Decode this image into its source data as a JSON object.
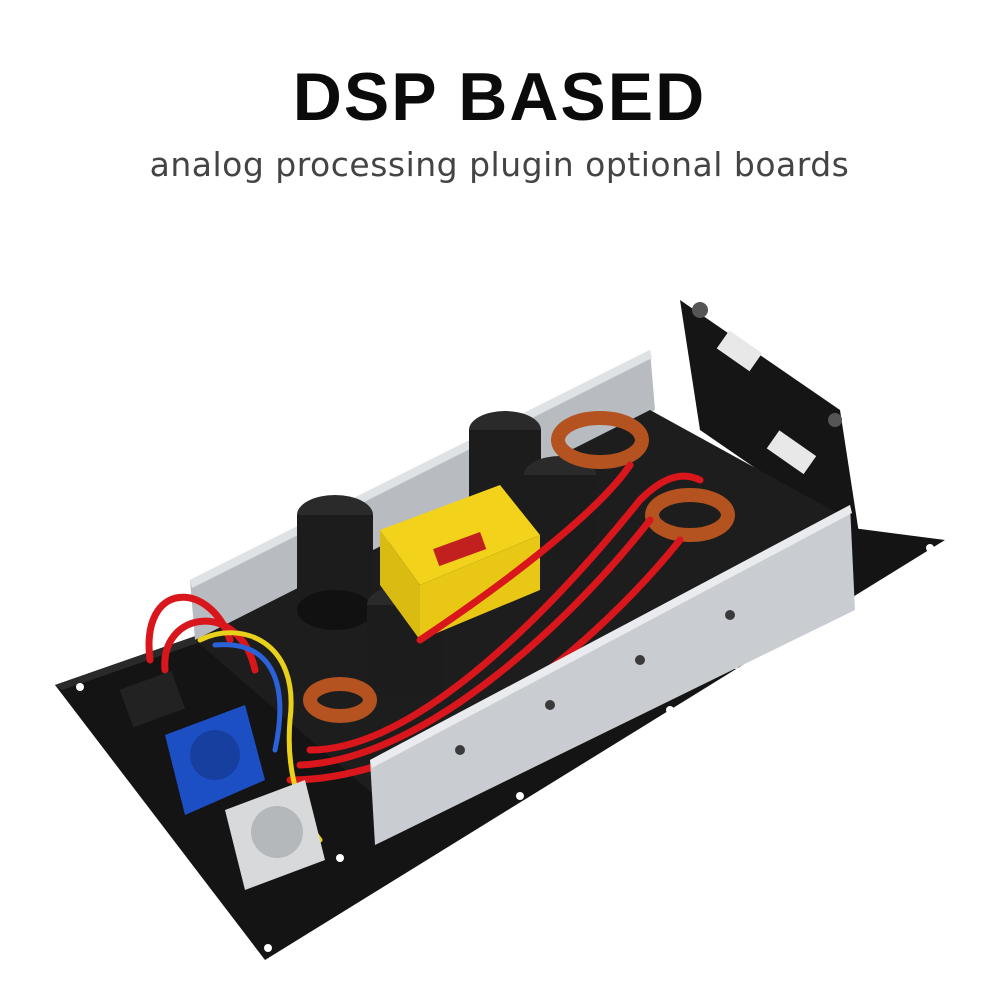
{
  "header": {
    "title": "DSP BASED",
    "subtitle": "analog processing plugin optional boards"
  },
  "product_image": {
    "icon": "amplifier-board-photo",
    "colors": {
      "plate": "#141414",
      "heatsink": "#c9ccd0",
      "capacitor": "#1c1c1c",
      "transformer": "#f2d21a",
      "wire_red": "#d8161b",
      "wire_yellow": "#e9d01a",
      "connector_blue": "#1d4fc4",
      "pcb": "#1a1a1a"
    }
  }
}
